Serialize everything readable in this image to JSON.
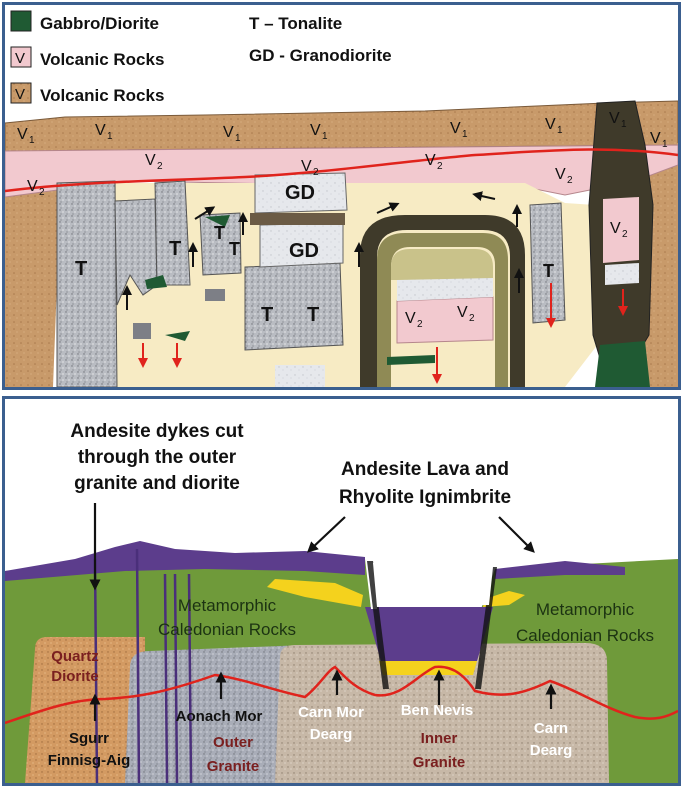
{
  "legend": {
    "items": [
      {
        "label": "Gabbro/Diorite",
        "swatch_color": "#1f5a33"
      },
      {
        "label": "Volcanic Rocks",
        "swatch_color": "#f2c9cf",
        "glyph": "V"
      },
      {
        "label": "Volcanic Rocks",
        "swatch_color": "#c89a6a",
        "glyph": "V"
      }
    ],
    "abbreviations": [
      "T – Tonalite",
      "GD - Granodiorite"
    ]
  },
  "top_section": {
    "v1_label": "V",
    "v1_sub": "1",
    "v2_label": "V",
    "v2_sub": "2",
    "gd_label": "GD",
    "t_label": "T"
  },
  "bottom_section": {
    "annotation_dykes": [
      "Andesite dykes cut",
      "through the outer",
      "granite and diorite"
    ],
    "annotation_lava": [
      "Andesite Lava and",
      "Rhyolite Ignimbrite"
    ],
    "metamorphic_left": [
      "Metamorphic",
      "Caledonian Rocks"
    ],
    "metamorphic_right": [
      "Metamorphic",
      "Caledonian Rocks"
    ],
    "quartz_diorite": [
      "Quartz",
      "Diorite"
    ],
    "sgurr": [
      "Sgurr",
      "Finnisg-Aig"
    ],
    "aonach_mor": "Aonach Mor",
    "outer_granite": [
      "Outer",
      "Granite"
    ],
    "carn_mor_dearg": [
      "Carn Mor",
      "Dearg"
    ],
    "ben_nevis": "Ben Nevis",
    "inner_granite": [
      "Inner",
      "Granite"
    ],
    "carn_dearg": [
      "Carn",
      "Dearg"
    ]
  },
  "colors": {
    "frame": "#3b5f8f",
    "v1_brown": "#c89a6a",
    "v2_pink": "#f2c9cf",
    "cream": "#f7ebc4",
    "tonalite_grey": "#b9bcc2",
    "granodiorite_light": "#e6e8ec",
    "gabbro_green": "#1f5a33",
    "dark_dyke": "#3f3a2a",
    "olive": "#8f8a55",
    "red_line": "#e0231c",
    "meta_green": "#6f9a3a",
    "lava_purple": "#5c3d8c",
    "ignimbrite_yellow": "#f4d21d",
    "quartz_diorite_orange": "#d39a62",
    "outer_granite_grey": "#a9adb8",
    "inner_granite_beige": "#c7b8a7",
    "label_maroon": "#7a1f1f"
  }
}
